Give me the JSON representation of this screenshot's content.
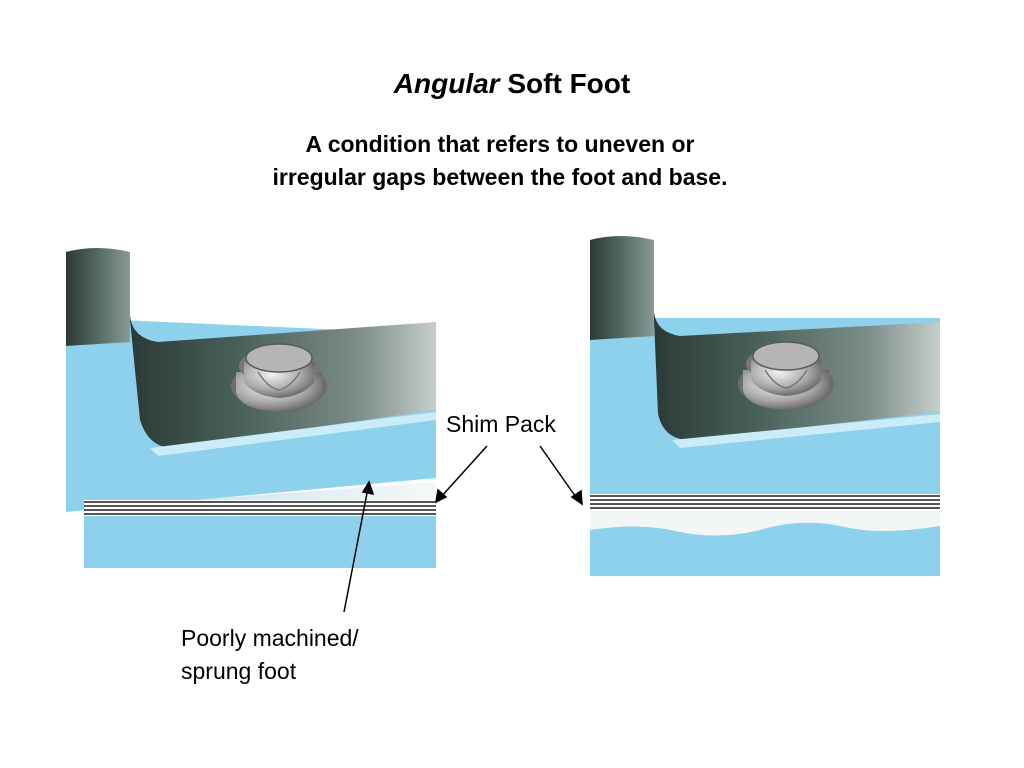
{
  "title": {
    "italic_part": "Angular",
    "rest": "Soft Foot"
  },
  "subtitle": {
    "line1": "A condition that refers to uneven or",
    "line2": "irregular gaps between the foot and base."
  },
  "labels": {
    "shim_pack": "Shim Pack",
    "poorly_machined_line1": "Poorly machined/",
    "poorly_machined_line2": "sprung foot"
  },
  "colors": {
    "foot_blue": "#8ed1ec",
    "base_blue": "#8ed1ec",
    "casting_dark": "#3c4d48",
    "gap_white": "#f3f6f6",
    "shim_gray": "#5d5d5d"
  }
}
